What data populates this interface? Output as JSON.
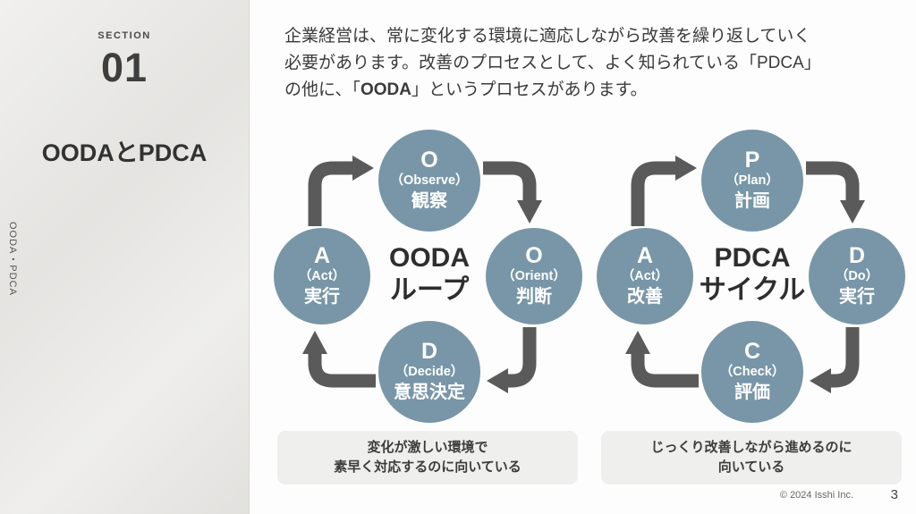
{
  "sidebar": {
    "section_label": "SECTION",
    "section_number": "01",
    "title": "OODAとPDCA",
    "vertical_label": "OODA・PDCA"
  },
  "intro": {
    "line1": "企業経営は、常に変化する環境に適応しながら改善を繰り返していく",
    "line2": "必要があります。改善のプロセスとして、よく知られている「PDCA」",
    "line3_prefix": "の他に、「",
    "line3_bold": "OODA",
    "line3_suffix": "」というプロセスがあります。"
  },
  "diagrams": [
    {
      "id": "ooda",
      "center_line1": "OODA",
      "center_line2": "ループ",
      "nodes": [
        {
          "letter": "O",
          "en": "（Observe）",
          "ja": "観察"
        },
        {
          "letter": "O",
          "en": "（Orient）",
          "ja": "判断"
        },
        {
          "letter": "D",
          "en": "（Decide）",
          "ja": "意思決定"
        },
        {
          "letter": "A",
          "en": "（Act）",
          "ja": "実行"
        }
      ],
      "caption_line1": "変化が激しい環境で",
      "caption_line2": "素早く対応するのに向いている"
    },
    {
      "id": "pdca",
      "center_line1": "PDCA",
      "center_line2": "サイクル",
      "nodes": [
        {
          "letter": "P",
          "en": "（Plan）",
          "ja": "計画"
        },
        {
          "letter": "D",
          "en": "（Do）",
          "ja": "実行"
        },
        {
          "letter": "C",
          "en": "（Check）",
          "ja": "評価"
        },
        {
          "letter": "A",
          "en": "（Act）",
          "ja": "改善"
        }
      ],
      "caption_line1": "じっくり改善しながら進めるのに",
      "caption_line2": "向いている"
    }
  ],
  "footer": {
    "copyright": "© 2024 Isshi Inc.",
    "page_number": "3"
  },
  "colors": {
    "node_fill": "#7896a7",
    "arrow": "#5a5a5a",
    "caption_bg": "#efefee",
    "sidebar_bg": "#e9e8e5"
  }
}
